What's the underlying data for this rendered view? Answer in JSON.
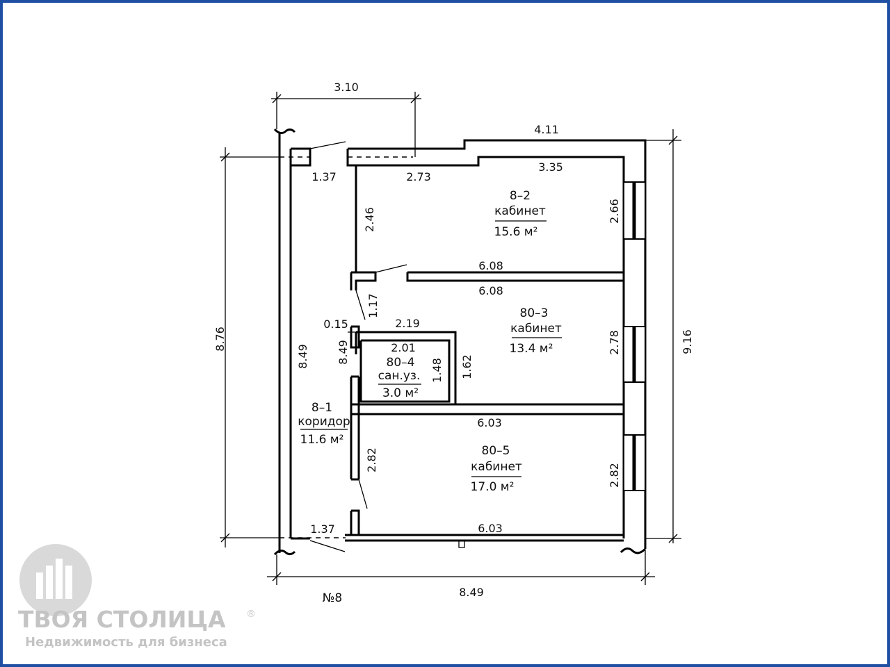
{
  "dimensions": {
    "top_left_3_10": "3.10",
    "top_right_4_11": "4.11",
    "door_top_1_37": "1.37",
    "room2_top_2_73": "2.73",
    "room2_top_3_35": "3.35",
    "room2_side_2_46": "2.46",
    "room2_window_2_66": "2.66",
    "room2_bottom_6_08": "6.08",
    "room3_top_6_08": "6.08",
    "corr_1_17": "1.17",
    "small_0_15": "0.15",
    "bath_top_2_19": "2.19",
    "bath_inner_2_01": "2.01",
    "bath_inner_1_48": "1.48",
    "bath_side_1_62": "1.62",
    "corr_8_49_small": "8.49",
    "room3_window_2_78": "2.78",
    "room5_top_6_03": "6.03",
    "room5_side_2_82": "2.82",
    "room5_window_2_82": "2.82",
    "door_bottom_1_37": "1.37",
    "room5_bottom_6_03": "6.03",
    "left_outer_8_76": "8.76",
    "left_inner_8_49": "8.49",
    "right_outer_9_16": "9.16",
    "bottom_8_49": "8.49"
  },
  "rooms": {
    "r82": {
      "number": "8–2",
      "name": "кабинет",
      "area": "15.6 м²"
    },
    "r803": {
      "number": "80–3",
      "name": "кабинет",
      "area": "13.4 м²"
    },
    "r804": {
      "number": "80–4",
      "name": "сан.уз.",
      "area": "3.0 м²"
    },
    "r81": {
      "number": "8–1",
      "name": "коридор",
      "area": "11.6 м²"
    },
    "r805": {
      "number": "80–5",
      "name": "кабинет",
      "area": "17.0 м²"
    }
  },
  "plan_number": "№8",
  "logo": {
    "name": "ТВОЯ СТОЛИЦА",
    "registered": "®",
    "tagline": "Недвижимость для бизнеса"
  },
  "colors": {
    "frame": "#1f4fa3",
    "logo": "#c4c4c4"
  }
}
